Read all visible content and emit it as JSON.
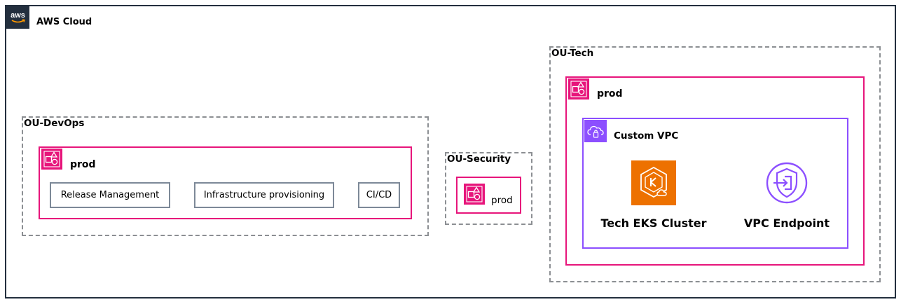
{
  "cloud": {
    "title": "AWS Cloud",
    "badge_text": "aws"
  },
  "ou_devops": {
    "title": "OU-DevOps",
    "account_title": "prod",
    "items": [
      "Release Management",
      "Infrastructure provisioning",
      "CI/CD"
    ]
  },
  "ou_security": {
    "title": "OU-Security",
    "account_title": "prod"
  },
  "ou_tech": {
    "title": "OU-Tech",
    "account_title": "prod",
    "vpc_title": "Custom VPC",
    "eks_label": "Tech EKS Cluster",
    "endpoint_label": "VPC Endpoint"
  },
  "colors": {
    "cloud_border": "#232f3e",
    "ou_border": "#8c8f93",
    "account": "#e7157b",
    "vpc": "#8c4fff",
    "eks": "#ed7100",
    "box_border": "#7d8998"
  },
  "icons": [
    "aws-logo-icon",
    "account-icon",
    "vpc-cloud-icon",
    "eks-icon",
    "vpc-endpoint-icon"
  ]
}
